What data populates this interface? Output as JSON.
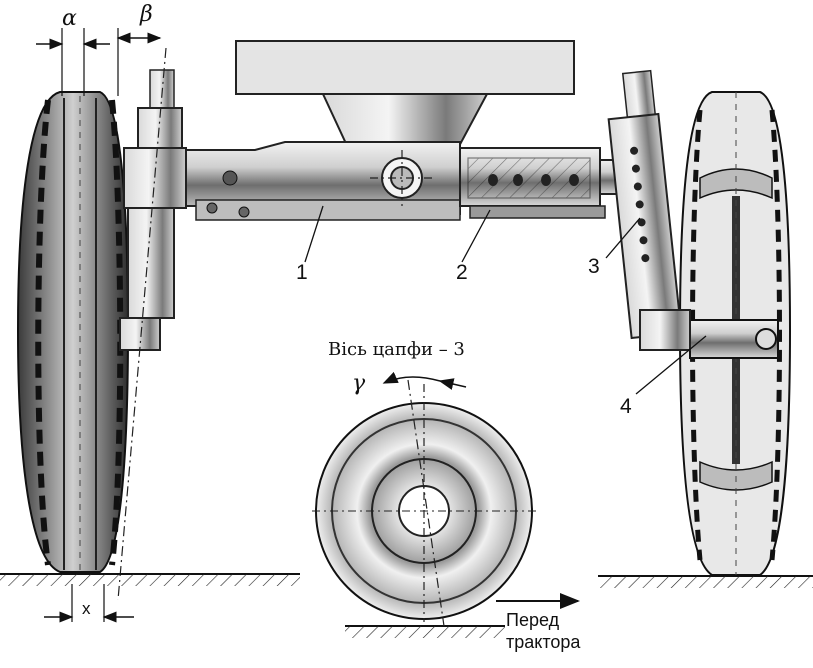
{
  "labels": {
    "alpha": "α",
    "beta": "β",
    "gamma": "γ",
    "x": "x",
    "part_1": "1",
    "part_2": "2",
    "part_3": "3",
    "part_4": "4",
    "pin_axis": "Вісь цапфи – 3",
    "direction_line1": "Перед",
    "direction_line2": "трактора"
  }
}
